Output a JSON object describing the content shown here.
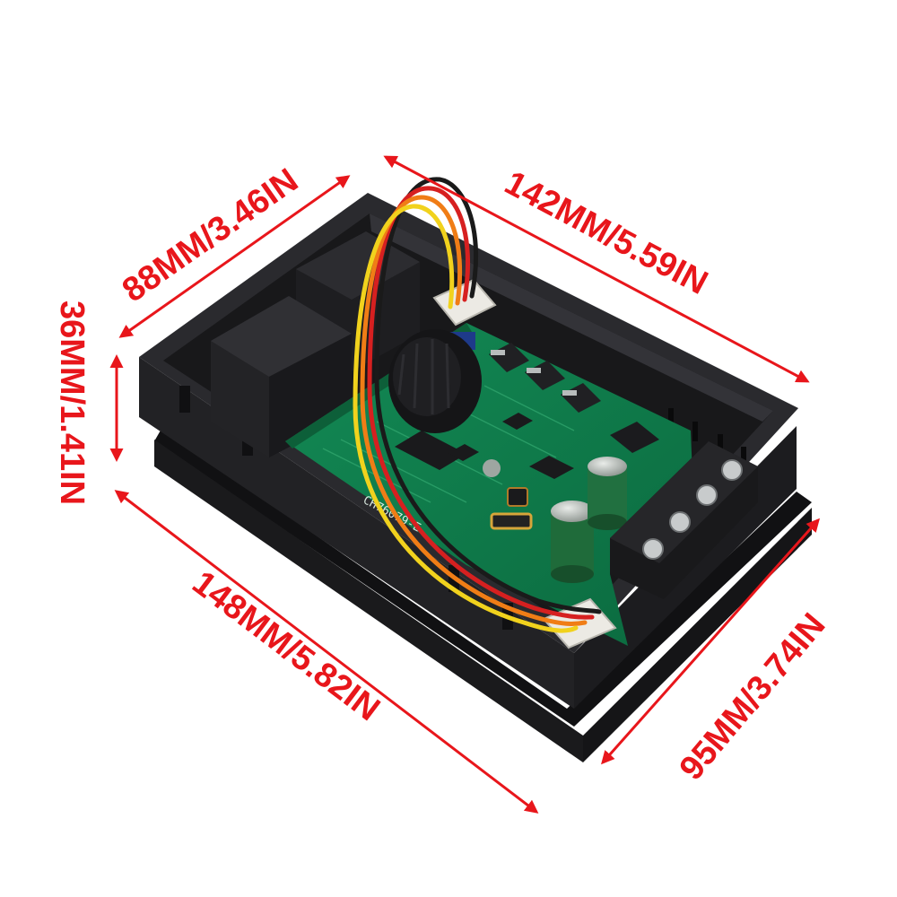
{
  "product": {
    "pcb_label": "CH76079-E"
  },
  "dimensions": {
    "length": "148MM/5.82IN",
    "inner_length": "142MM/5.59IN",
    "depth": "88MM/3.46IN",
    "width": "95MM/3.74IN",
    "height": "36MM/1.41IN"
  },
  "colors": {
    "annotation": "#e8161b",
    "housing": "#1b1b1d",
    "pcb": "#0f7a4a",
    "capacitor": "#1f6b3a"
  },
  "wires": [
    "yellow",
    "orange",
    "red",
    "black"
  ]
}
